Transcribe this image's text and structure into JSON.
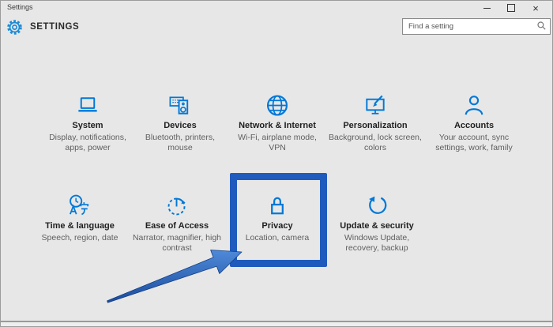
{
  "window": {
    "title": "Settings",
    "close_glyph": "×"
  },
  "header": {
    "app_title": "SETTINGS",
    "search_placeholder": "Find a setting"
  },
  "colors": {
    "accent_blue": "#0078d7",
    "highlight_border_blue": "#1f5bbd",
    "arrow_blue_light": "#4f8ad9",
    "arrow_blue_dark": "#1b4c9e",
    "window_background": "#e7e7e7"
  },
  "tiles": [
    {
      "label": "System",
      "description": "Display, notifications, apps, power",
      "icon": "laptop-icon"
    },
    {
      "label": "Devices",
      "description": "Bluetooth, printers, mouse",
      "icon": "devices-icon"
    },
    {
      "label": "Network & Internet",
      "description": "Wi-Fi, airplane mode, VPN",
      "icon": "globe-icon"
    },
    {
      "label": "Personalization",
      "description": "Background, lock screen, colors",
      "icon": "monitor-brush-icon"
    },
    {
      "label": "Accounts",
      "description": "Your account, sync settings, work, family",
      "icon": "person-icon"
    },
    {
      "label": "Time & language",
      "description": "Speech, region, date",
      "icon": "clock-language-icon"
    },
    {
      "label": "Ease of Access",
      "description": "Narrator, magnifier, high contrast",
      "icon": "ease-of-access-icon"
    },
    {
      "label": "Privacy",
      "description": "Location, camera",
      "icon": "lock-icon"
    },
    {
      "label": "Update & security",
      "description": "Windows Update, recovery, backup",
      "icon": "refresh-arrow-icon"
    }
  ],
  "annotations": {
    "highlighted_tile": "Privacy",
    "arrow_points_to": "Privacy"
  }
}
